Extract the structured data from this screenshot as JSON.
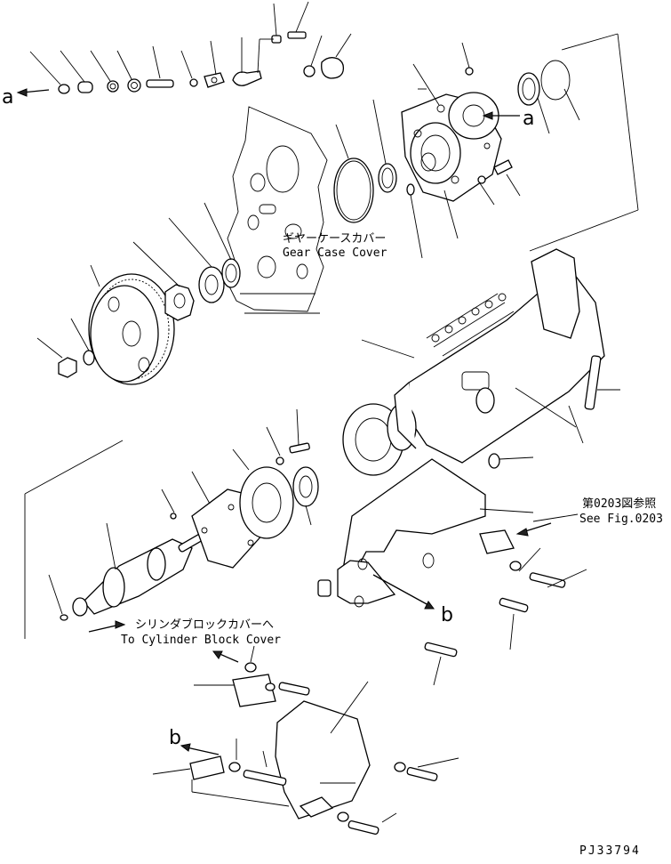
{
  "labels": {
    "gear_case_cover_jp": "ギヤーケースカバー",
    "gear_case_cover_en": "Gear Case Cover",
    "see_fig_jp": "第0203図参照",
    "see_fig_en": "See Fig.0203",
    "cyl_block_jp": "シリンダブロックカバーへ",
    "cyl_block_en": "To Cylinder Block Cover",
    "ref_a_left": "a",
    "ref_a_right": "a",
    "ref_b_mid": "b",
    "ref_b_bottom": "b",
    "drawing_no": "PJ33794"
  }
}
